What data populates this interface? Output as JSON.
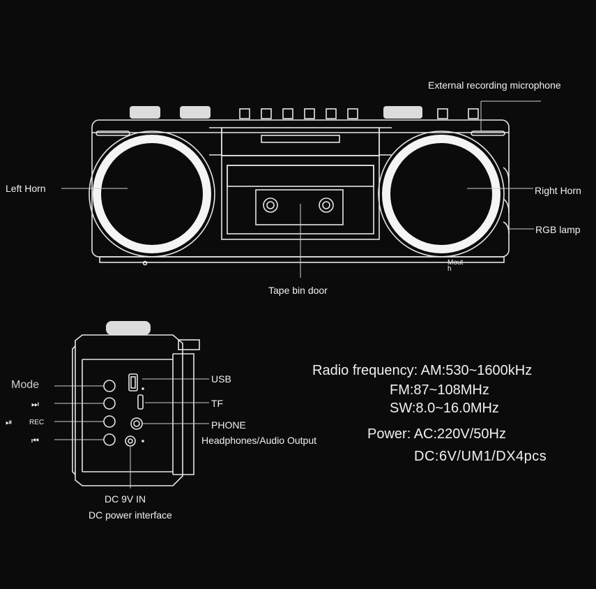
{
  "front_view": {
    "labels": {
      "mic": "External recording microphone",
      "left_horn": "Left Horn",
      "right_horn": "Right Horn",
      "rgb_lamp": "RGB lamp",
      "tape_door": "Tape bin door",
      "mouth": "Mout\nh"
    }
  },
  "side_view": {
    "mode": "Mode",
    "next_icon": "⏭",
    "play_pause_icon": "⏯",
    "rec": "REC",
    "prev_icon": "⏮",
    "usb": "USB",
    "tf": "TF",
    "phone": "PHONE",
    "phone_sub": "Headphones/Audio Output",
    "dc_in": "DC 9V IN",
    "dc_sub": "DC power interface"
  },
  "specs": {
    "radio": "Radio frequency: AM:530~1600kHz",
    "fm": "FM:87~108MHz",
    "sw": "SW:8.0~16.0MHz",
    "power": "Power: AC:220V/50Hz",
    "dc": "DC:6V/UM1/DX4pcs"
  },
  "colors": {
    "background": "#0b0b0b",
    "line": "#e6e6e6",
    "text": "#f2f2f2"
  }
}
